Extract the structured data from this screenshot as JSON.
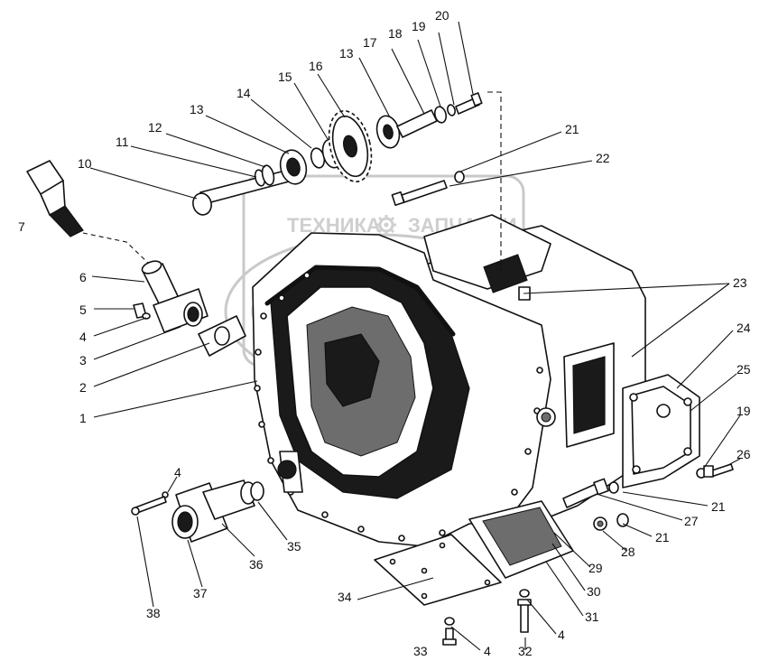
{
  "watermark": {
    "left_word": "ТЕХНИКА",
    "right_word": "ЗАПЧАСТИ",
    "gear_icon": "gear-icon"
  },
  "callouts": [
    {
      "id": "c20",
      "label": "20"
    },
    {
      "id": "c19a",
      "label": "19"
    },
    {
      "id": "c18",
      "label": "18"
    },
    {
      "id": "c17",
      "label": "17"
    },
    {
      "id": "c13a",
      "label": "13"
    },
    {
      "id": "c16",
      "label": "16"
    },
    {
      "id": "c15",
      "label": "15"
    },
    {
      "id": "c14",
      "label": "14"
    },
    {
      "id": "c13b",
      "label": "13"
    },
    {
      "id": "c12",
      "label": "12"
    },
    {
      "id": "c11",
      "label": "11"
    },
    {
      "id": "c10",
      "label": "10"
    },
    {
      "id": "c21a",
      "label": "21"
    },
    {
      "id": "c22",
      "label": "22"
    },
    {
      "id": "c7",
      "label": "7"
    },
    {
      "id": "c6",
      "label": "6"
    },
    {
      "id": "c5",
      "label": "5"
    },
    {
      "id": "c4a",
      "label": "4"
    },
    {
      "id": "c3",
      "label": "3"
    },
    {
      "id": "c2",
      "label": "2"
    },
    {
      "id": "c1",
      "label": "1"
    },
    {
      "id": "c23",
      "label": "23"
    },
    {
      "id": "c24",
      "label": "24"
    },
    {
      "id": "c25",
      "label": "25"
    },
    {
      "id": "c19b",
      "label": "19"
    },
    {
      "id": "c26",
      "label": "26"
    },
    {
      "id": "c21b",
      "label": "21"
    },
    {
      "id": "c27",
      "label": "27"
    },
    {
      "id": "c21c",
      "label": "21"
    },
    {
      "id": "c28",
      "label": "28"
    },
    {
      "id": "c29",
      "label": "29"
    },
    {
      "id": "c30",
      "label": "30"
    },
    {
      "id": "c31",
      "label": "31"
    },
    {
      "id": "c4b",
      "label": "4"
    },
    {
      "id": "c32",
      "label": "32"
    },
    {
      "id": "c4c",
      "label": "4"
    },
    {
      "id": "c33",
      "label": "33"
    },
    {
      "id": "c34",
      "label": "34"
    },
    {
      "id": "c4d",
      "label": "4"
    },
    {
      "id": "c35",
      "label": "35"
    },
    {
      "id": "c36",
      "label": "36"
    },
    {
      "id": "c37",
      "label": "37"
    },
    {
      "id": "c38",
      "label": "38"
    }
  ]
}
